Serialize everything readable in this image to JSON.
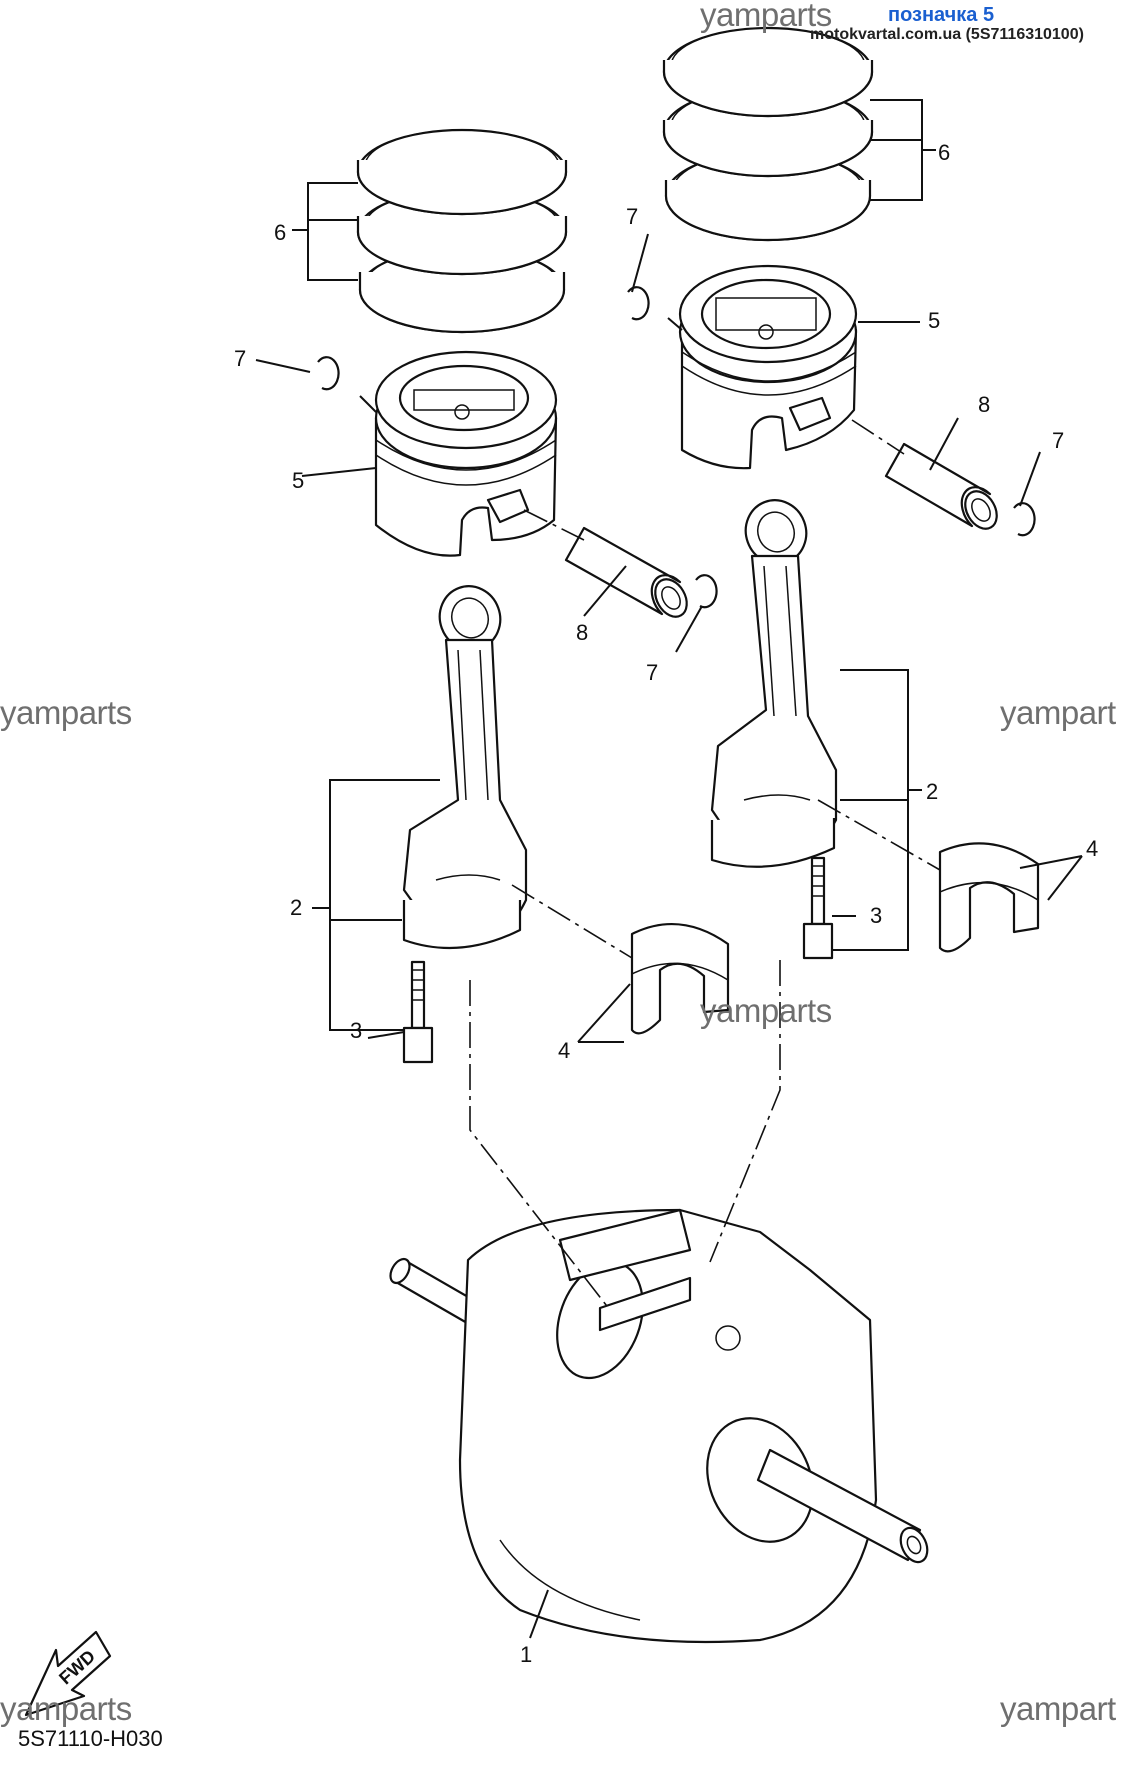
{
  "header": {
    "watermark_top": "yamparts",
    "badge": "позначка 5",
    "badge_color": "#1a5fd0",
    "source": "motokvartal.com.ua (5S7116310100)"
  },
  "watermarks": {
    "mid_left": "yamparts",
    "mid_right": "yampart",
    "center": "yamparts",
    "bottom_left": "yamparts",
    "bottom_right": "yampart"
  },
  "fwd_label": "FWD",
  "diagram_code": "5S71110-H030",
  "labels": {
    "p1": "1",
    "p2a": "2",
    "p2b": "2",
    "p3a": "3",
    "p3b": "3",
    "p4a": "4",
    "p4b": "4",
    "p5a": "5",
    "p5b": "5",
    "p6a": "6",
    "p6b": "6",
    "p7a": "7",
    "p7b": "7",
    "p7c": "7",
    "p7d": "7",
    "p8a": "8",
    "p8b": "8"
  },
  "icons": [
    "fwd-arrow-icon"
  ],
  "colors": {
    "line": "#111111",
    "watermark": "#6f6f6f"
  }
}
